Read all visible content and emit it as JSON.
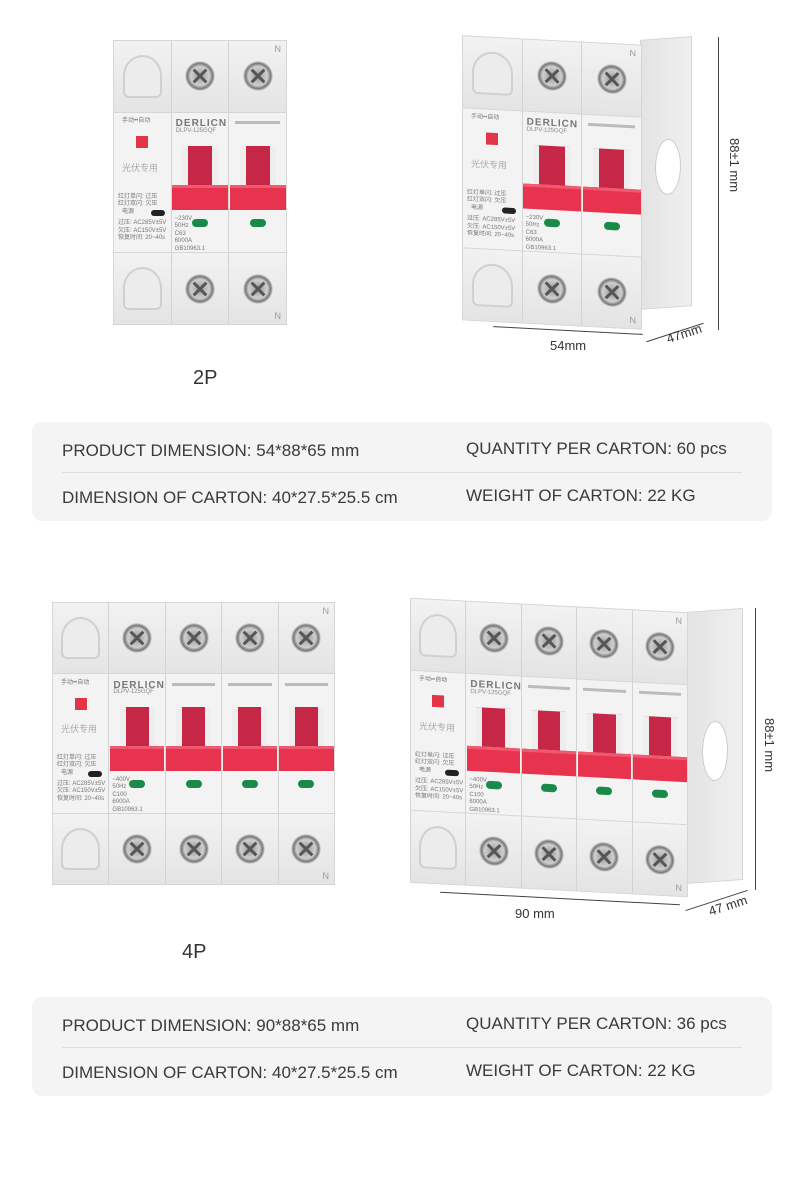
{
  "products": [
    {
      "label": "2P",
      "poles": 2,
      "device": {
        "brand": "DERLICN",
        "model": "DLPV-125GQF",
        "mode": "手动••自动",
        "usage": "光伏专用",
        "lamp_info": [
          "红灯单闪: 过压",
          "红灯双闪: 欠压"
        ],
        "power": "电源",
        "specs": [
          "过压: AC285V±5V",
          "欠压: AC150V±5V",
          "恢复时间: 20~40s"
        ],
        "rating": [
          "~230V",
          "50Hz",
          "C63",
          "6000A",
          "GB10963.1"
        ],
        "neutral": "N"
      },
      "dimensions": {
        "height": "88±1 mm",
        "width": "54mm",
        "depth": "47mm"
      },
      "spec": {
        "product_dimension": "PRODUCT DIMENSION: 54*88*65 mm",
        "quantity": "QUANTITY PER CARTON: 60 pcs",
        "carton_dimension": "DIMENSION OF CARTON: 40*27.5*25.5 cm",
        "weight": "WEIGHT OF CARTON: 22 KG"
      }
    },
    {
      "label": "4P",
      "poles": 4,
      "device": {
        "brand": "DERLICN",
        "model": "DLPV-125GQF",
        "mode": "手动••自动",
        "usage": "光伏专用",
        "lamp_info": [
          "红灯单闪: 过压",
          "红灯双闪: 欠压"
        ],
        "power": "电源",
        "specs": [
          "过压: AC285V±5V",
          "欠压: AC150V±5V",
          "恢复时间: 20~40s"
        ],
        "rating": [
          "~400V",
          "50Hz",
          "C100",
          "6000A",
          "GB10963.1"
        ],
        "neutral": "N"
      },
      "dimensions": {
        "height": "88±1 mm",
        "width": "90 mm",
        "depth": "47 mm"
      },
      "spec": {
        "product_dimension": "PRODUCT DIMENSION: 90*88*65 mm",
        "quantity": "QUANTITY PER CARTON: 36 pcs",
        "carton_dimension": "DIMENSION OF CARTON: 40*27.5*25.5 cm",
        "weight": "WEIGHT OF CARTON: 22 KG"
      }
    }
  ],
  "colors": {
    "handle": "#e8334f",
    "indicator": "#1a8a4a",
    "card": "#f4f4f4"
  }
}
